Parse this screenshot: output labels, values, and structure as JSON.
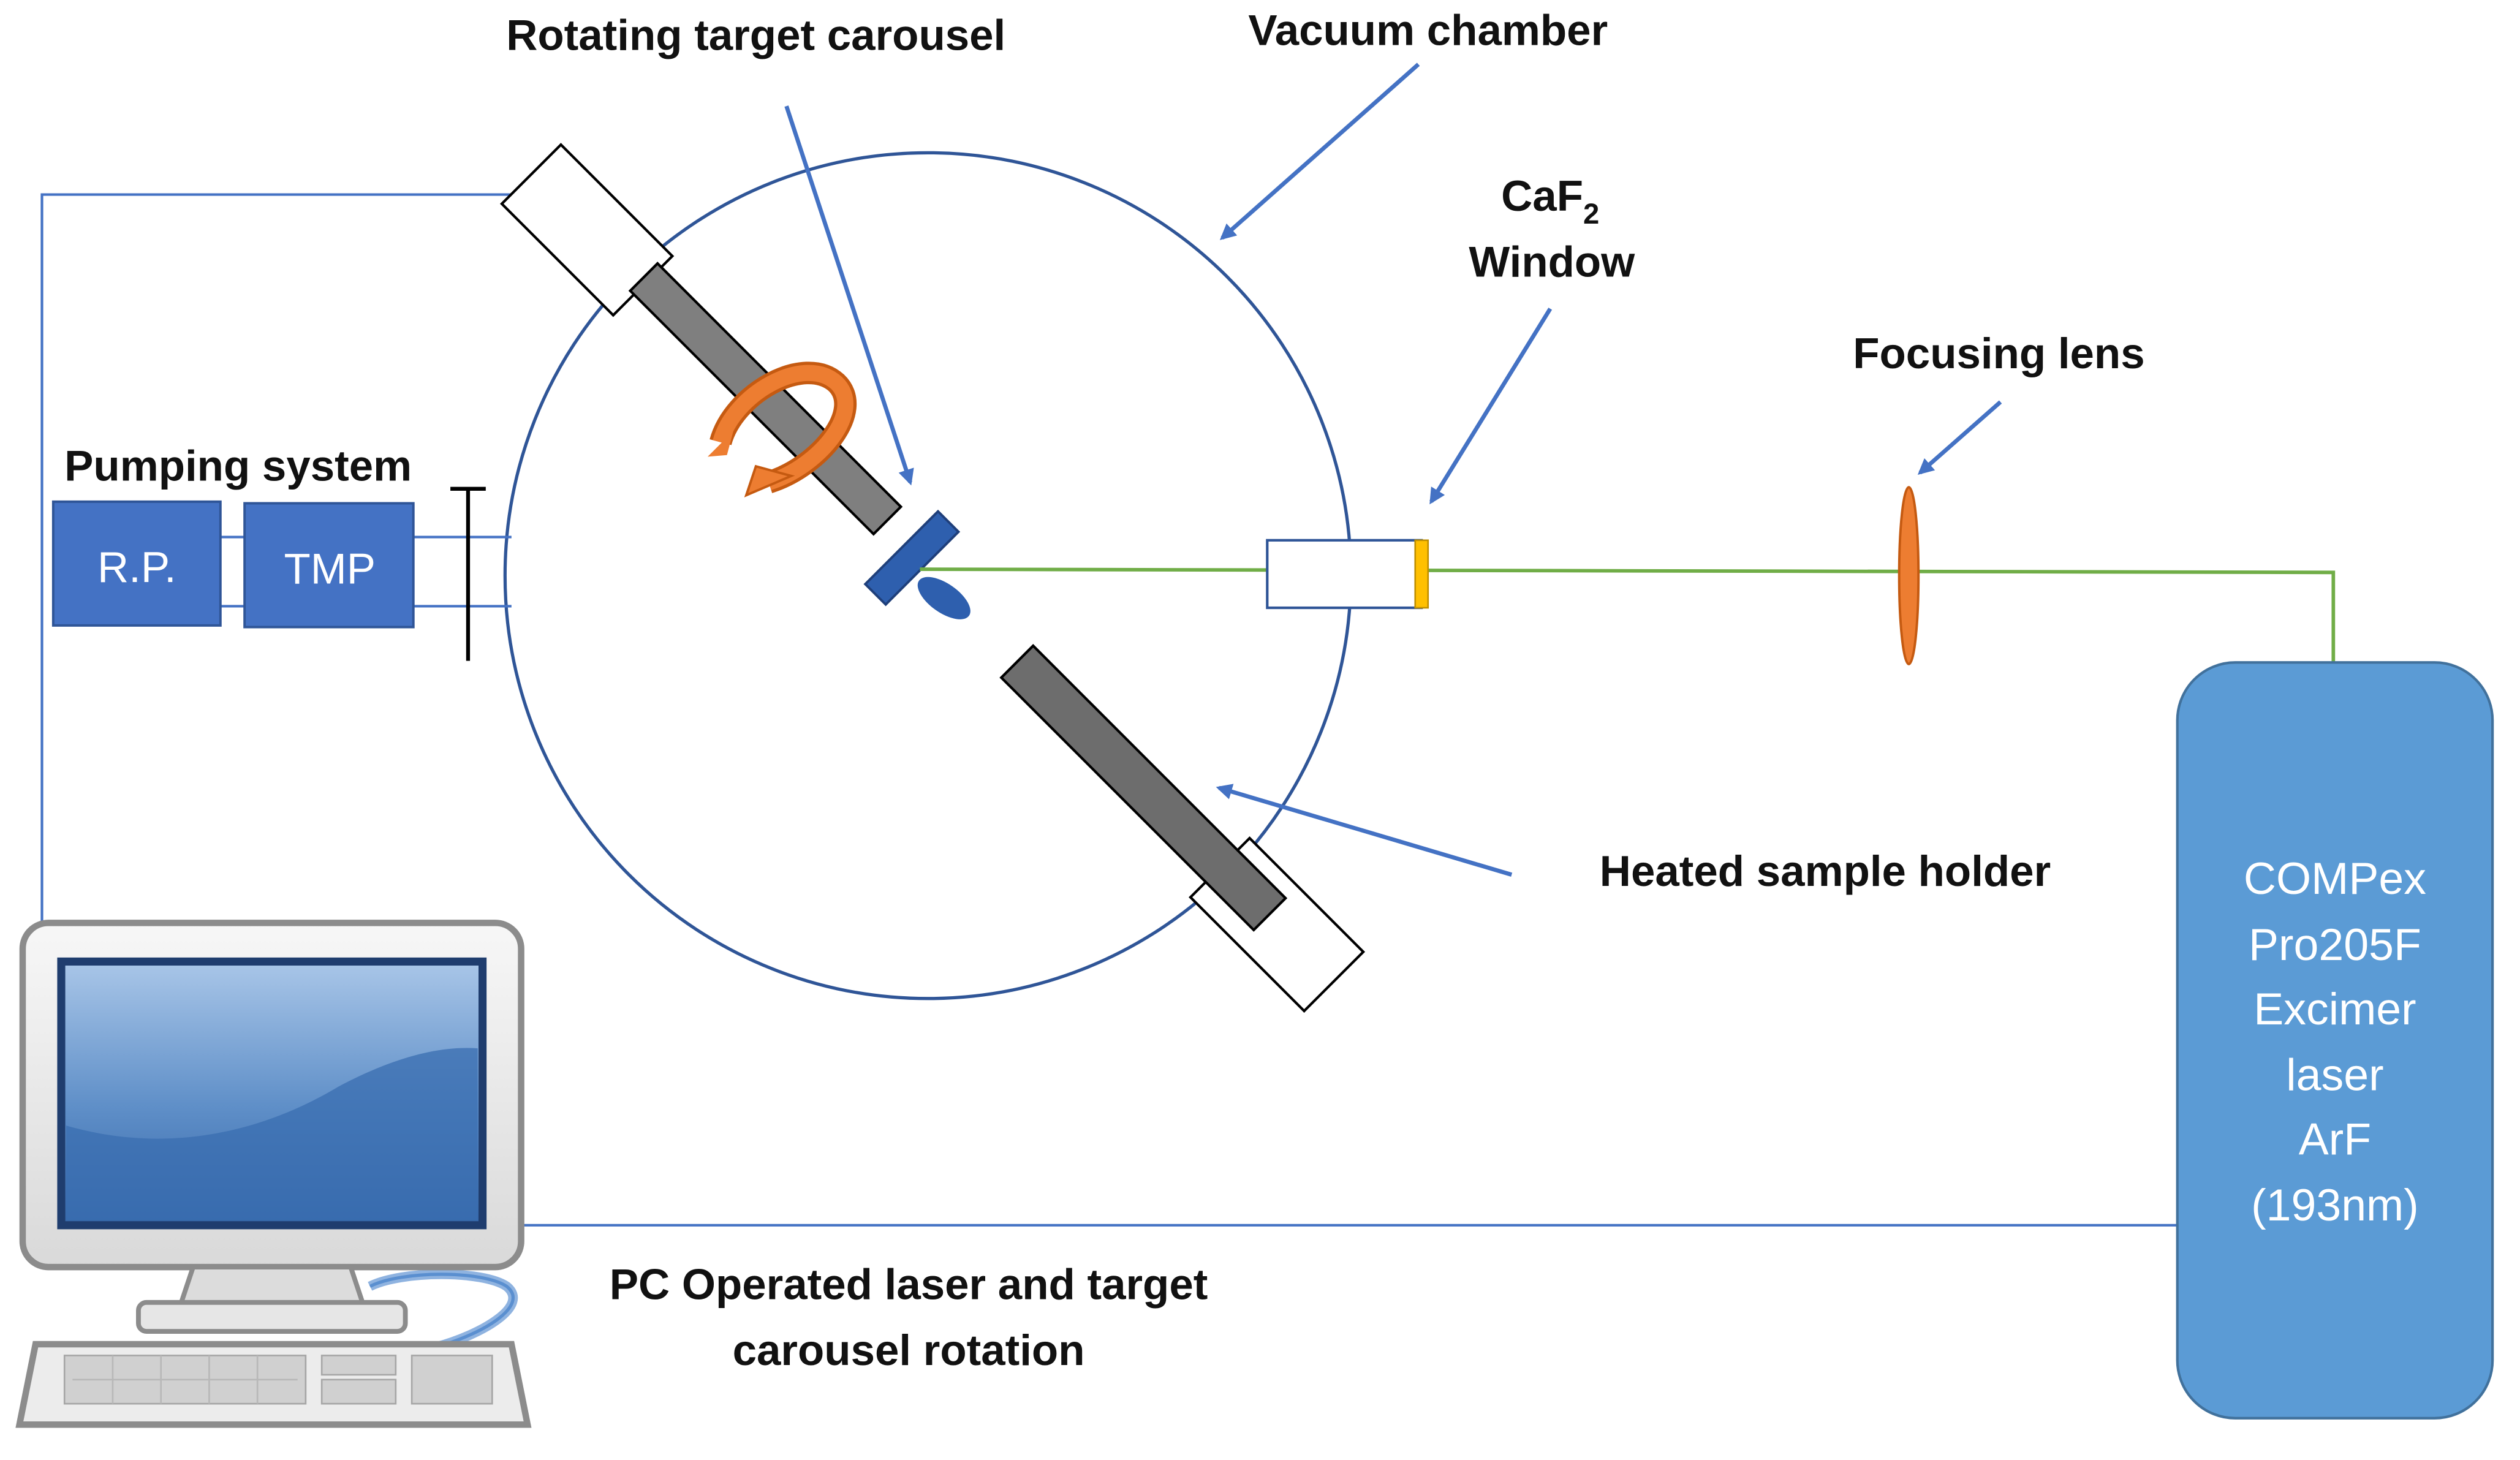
{
  "labels": {
    "rotating_target_carousel": "Rotating target carousel",
    "vacuum_chamber": "Vacuum chamber",
    "caf2_main": "CaF",
    "caf2_sub": "2",
    "window": "Window",
    "focusing_lens": "Focusing lens",
    "pumping_system": "Pumping system",
    "heated_sample_holder": "Heated sample holder",
    "pc_line1": "PC Operated laser and target",
    "pc_line2": "carousel rotation"
  },
  "boxes": {
    "rp": "R.P.",
    "tmp": "TMP"
  },
  "laser": {
    "lines": [
      "COMPex",
      "Pro205F",
      "Excimer",
      "laser",
      "ArF",
      "(193nm)"
    ]
  },
  "colors": {
    "pump_box": "#4472c4",
    "laser_box": "#5b9bd5",
    "chamber_outline": "#2f5597",
    "beam": "#70ad47",
    "lens": "#ed7d31",
    "window": "#ffc000",
    "connector": "#4472c4",
    "holder": "#7f7f7f",
    "target": "#2e5fae"
  },
  "icons": [
    "rotation-arrow-icon",
    "computer-icon"
  ]
}
